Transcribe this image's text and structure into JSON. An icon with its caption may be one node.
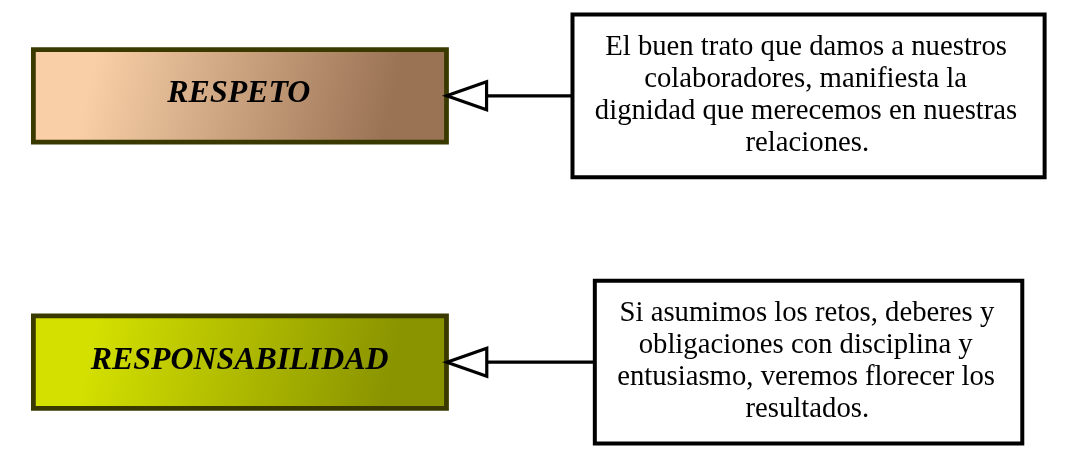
{
  "diagram": {
    "nodes": [
      {
        "text": [
          "RESPONSABILIDAD"
        ]
      },
      {
        "text": [
          "Si asumimos los retos, deberes y obligaciones con disciplina y entusiasmo, veremos florecer los resultados."
        ]
      },
      {
        "text": [
          "RESPETO"
        ]
      },
      {
        "text": [
          "El buen trato que damos a nuestros colaboradores, manifiesta la dignidad que merecemos en nuestras relaciones."
        ]
      }
    ],
    "edges": [
      {
        "from": 1,
        "to": 0,
        "arrow": "to"
      },
      {
        "from": 3,
        "to": 2,
        "arrow": "to"
      }
    ]
  }
}
